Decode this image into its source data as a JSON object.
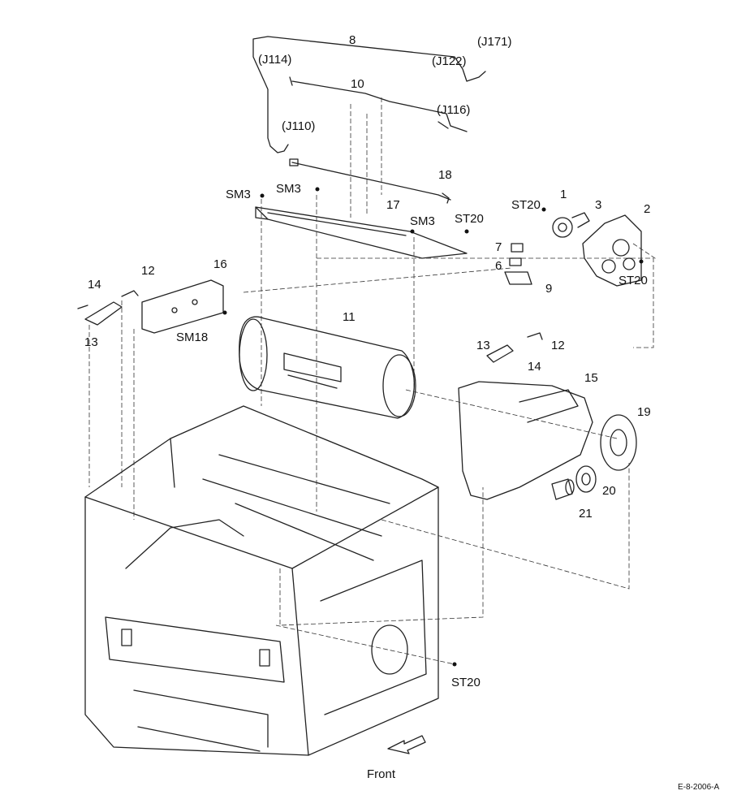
{
  "labels": {
    "n1": "1",
    "n2": "2",
    "n3": "3",
    "n6": "6",
    "n7": "7",
    "n8": "8",
    "n9": "9",
    "n10": "10",
    "n11": "11",
    "n12a": "12",
    "n12b": "12",
    "n13a": "13",
    "n13b": "13",
    "n14a": "14",
    "n14b": "14",
    "n15": "15",
    "n16": "16",
    "n17": "17",
    "n18": "18",
    "n19": "19",
    "n20": "20",
    "n21": "21",
    "j114": "(J114)",
    "j110": "(J110)",
    "j122": "(J122)",
    "j171": "(J171)",
    "j116": "(J116)",
    "sm3a": "SM3",
    "sm3b": "SM3",
    "sm3c": "SM3",
    "sm18": "SM18",
    "st20a": "ST20",
    "st20b": "ST20",
    "st20c": "ST20",
    "st20d": "ST20"
  },
  "front_label": "Front",
  "figure_id": "E-8-2006-A"
}
